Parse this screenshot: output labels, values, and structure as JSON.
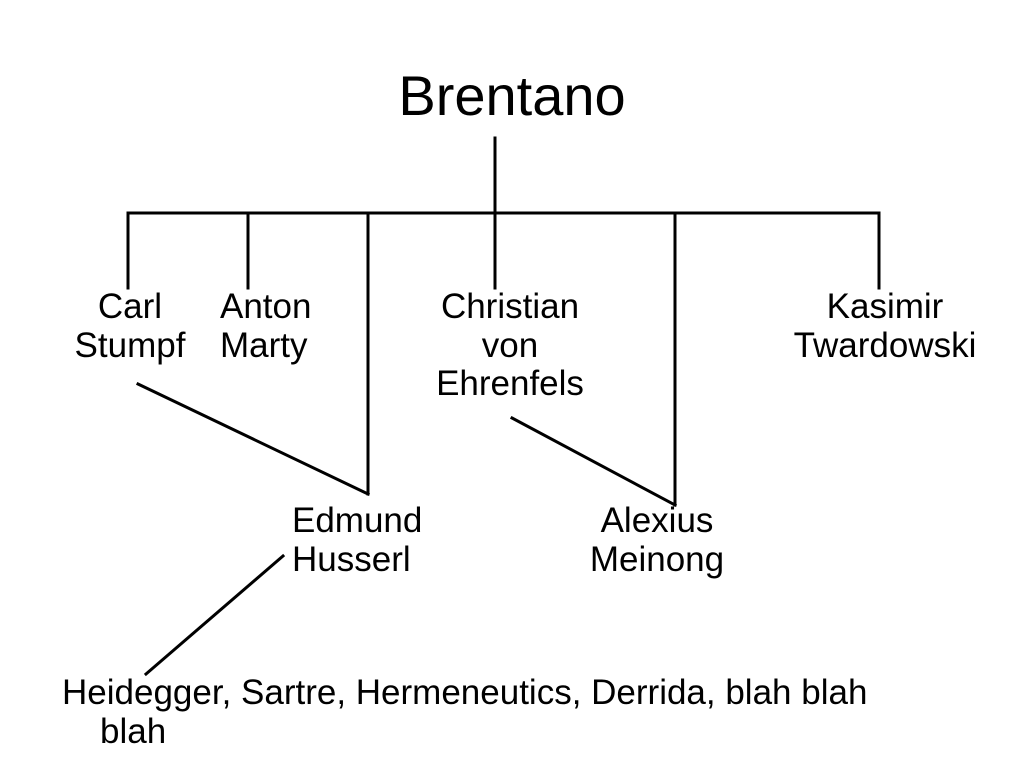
{
  "root": "Brentano",
  "students": {
    "stumpf": [
      "Carl",
      "Stumpf"
    ],
    "marty": [
      "Anton",
      "Marty"
    ],
    "ehrenfels": [
      "Christian",
      "von",
      "Ehrenfels"
    ],
    "twardowski": [
      "Kasimir",
      "Twardowski"
    ]
  },
  "second_gen": {
    "husserl": [
      "Edmund",
      "Husserl"
    ],
    "meinong": [
      "Alexius",
      "Meinong"
    ]
  },
  "legacy": {
    "line1": "Heidegger, Sartre, Hermeneutics, Derrida, blah blah",
    "line2": "blah"
  }
}
